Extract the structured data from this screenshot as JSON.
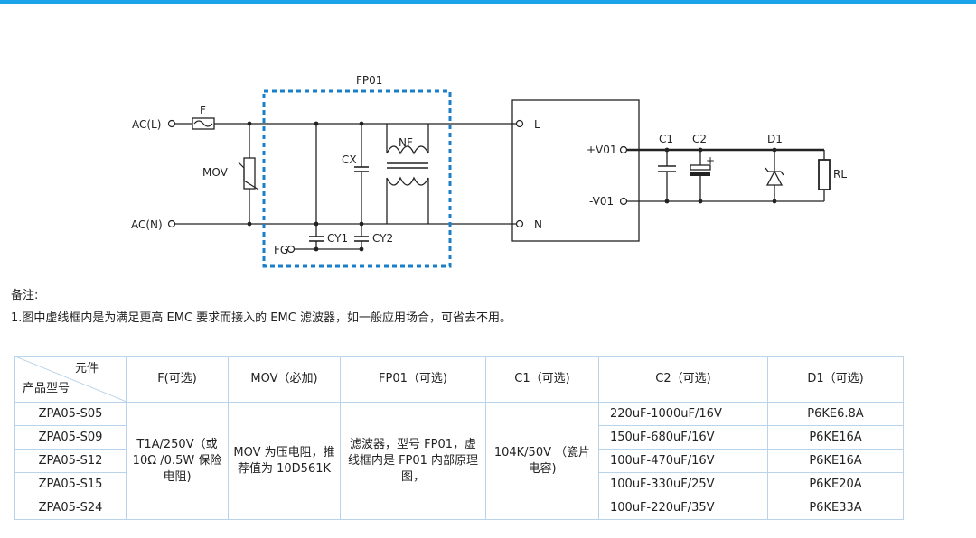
{
  "circuit": {
    "labels": {
      "acl": "AC(L)",
      "acn": "AC(N)",
      "fuse": "F",
      "mov": "MOV",
      "fp01": "FP01",
      "cx": "CX",
      "nf": "NF",
      "cy1": "CY1",
      "cy2": "CY2",
      "fg": "FG",
      "l": "L",
      "n": "N",
      "vplus": "+V01",
      "vminus": "-V01",
      "c1": "C1",
      "c2": "C2",
      "d1": "D1",
      "rl": "RL",
      "plus": "+"
    },
    "colors": {
      "filter_box": "#1a7fc8",
      "wire": "#222222"
    }
  },
  "notes": {
    "title": "备注:",
    "line1": "1.图中虚线框内是为满足更高 EMC 要求而接入的 EMC 滤波器，如一般应用场合，可省去不用。"
  },
  "table": {
    "header": {
      "corner_top": "元件",
      "corner_bottom": "产品型号",
      "f": "F(可选)",
      "mov": "MOV（必加)",
      "fp01": "FP01（可选)",
      "c1": "C1（可选)",
      "c2": "C2（可选)",
      "d1": "D1（可选)"
    },
    "shared": {
      "f": "T1A/250V（或 10Ω /0.5W 保险电阻)",
      "mov": "MOV 为压电阻，推荐值为 10D561K",
      "fp01": "滤波器，型号 FP01，虚线框内是 FP01 内部原理图，",
      "c1": "104K/50V （瓷片电容)"
    },
    "rows": [
      {
        "model": "ZPA05-S05",
        "c2": "220uF-1000uF/16V",
        "d1": "P6KE6.8A"
      },
      {
        "model": "ZPA05-S09",
        "c2": "150uF-680uF/16V",
        "d1": "P6KE16A"
      },
      {
        "model": "ZPA05-S12",
        "c2": "100uF-470uF/16V",
        "d1": "P6KE16A"
      },
      {
        "model": "ZPA05-S15",
        "c2": "100uF-330uF/25V",
        "d1": "P6KE20A"
      },
      {
        "model": "ZPA05-S24",
        "c2": "100uF-220uF/35V",
        "d1": "P6KE33A"
      }
    ]
  }
}
